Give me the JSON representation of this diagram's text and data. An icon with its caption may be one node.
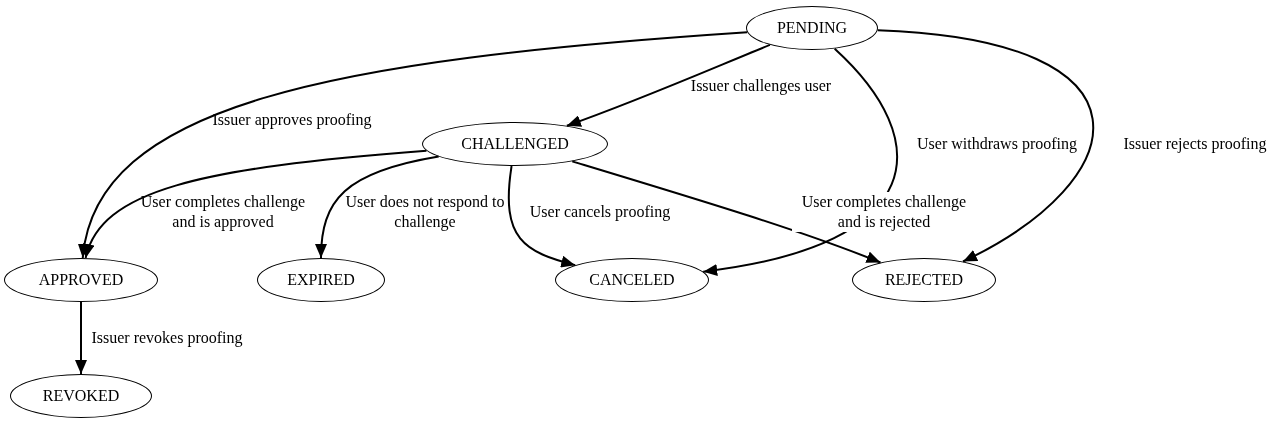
{
  "diagram": {
    "nodes": [
      {
        "text": [
          "PENDING"
        ]
      },
      {
        "text": [
          "CHALLENGED"
        ]
      },
      {
        "text": [
          "APPROVED"
        ]
      },
      {
        "text": [
          "EXPIRED"
        ]
      },
      {
        "text": [
          "CANCELED"
        ]
      },
      {
        "text": [
          "REJECTED"
        ]
      },
      {
        "text": [
          "REVOKED"
        ]
      }
    ],
    "edges": [
      {
        "from": 0,
        "to": 1,
        "arrow": "to",
        "label": "Issuer challenges user"
      },
      {
        "from": 0,
        "to": 2,
        "arrow": "to",
        "label": "Issuer approves proofing"
      },
      {
        "from": 1,
        "to": 2,
        "arrow": "to",
        "label": "User completes challenge and is approved"
      },
      {
        "from": 1,
        "to": 3,
        "arrow": "to",
        "label": "User does not respond to challenge"
      },
      {
        "from": 1,
        "to": 4,
        "arrow": "to",
        "label": "User cancels proofing"
      },
      {
        "from": 0,
        "to": 4,
        "arrow": "to",
        "label": "User withdraws proofing"
      },
      {
        "from": 1,
        "to": 5,
        "arrow": "to",
        "label": "User completes challenge and is rejected"
      },
      {
        "from": 0,
        "to": 5,
        "arrow": "to",
        "label": "Issuer rejects proofing"
      },
      {
        "from": 2,
        "to": 6,
        "arrow": "to",
        "label": "Issuer revokes proofing"
      }
    ]
  }
}
